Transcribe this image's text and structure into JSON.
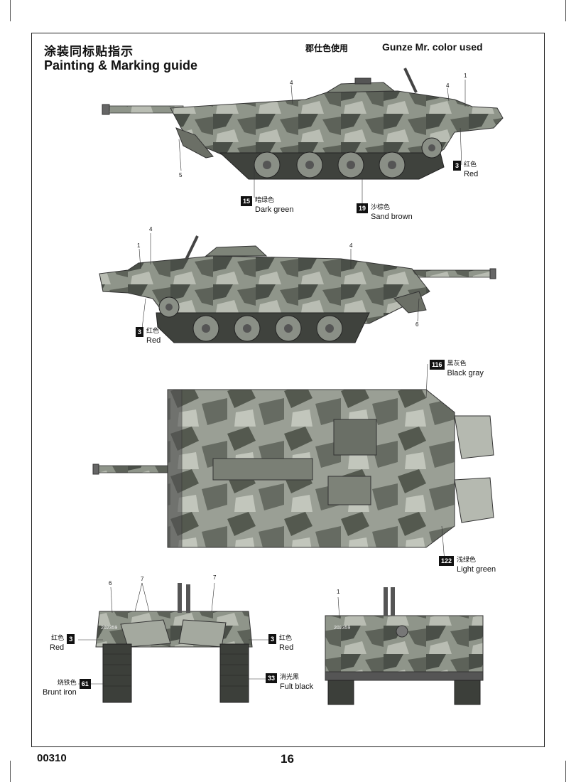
{
  "header": {
    "title_zh": "涂装同标贴指示",
    "title_en": "Painting & Marking guide",
    "colors_used_zh": "郡仕色使用",
    "colors_used_en": "Gunze Mr. color used"
  },
  "colors": [
    {
      "code": "3",
      "zh": "红色",
      "en": "Red"
    },
    {
      "code": "15",
      "zh": "暗绿色",
      "en": "Dark green"
    },
    {
      "code": "19",
      "zh": "沙棕色",
      "en": "Sand brown"
    },
    {
      "code": "116",
      "zh": "黑灰色",
      "en": "Black gray"
    },
    {
      "code": "122",
      "zh": "浅绿色",
      "en": "Light green"
    },
    {
      "code": "61",
      "zh": "烧铁色",
      "en": "Brunt iron"
    },
    {
      "code": "33",
      "zh": "消光黑",
      "en": "Fult black"
    }
  ],
  "decal_numbers": {
    "side1": [
      "4",
      "4",
      "1",
      "5"
    ],
    "side2": [
      "4",
      "1",
      "4",
      "6"
    ],
    "front": [
      "6",
      "7",
      "7"
    ],
    "rear": [
      "1"
    ]
  },
  "rear_plate": "202359",
  "front_plate": "202359",
  "footer": {
    "kit_code": "00310",
    "page": "16"
  }
}
